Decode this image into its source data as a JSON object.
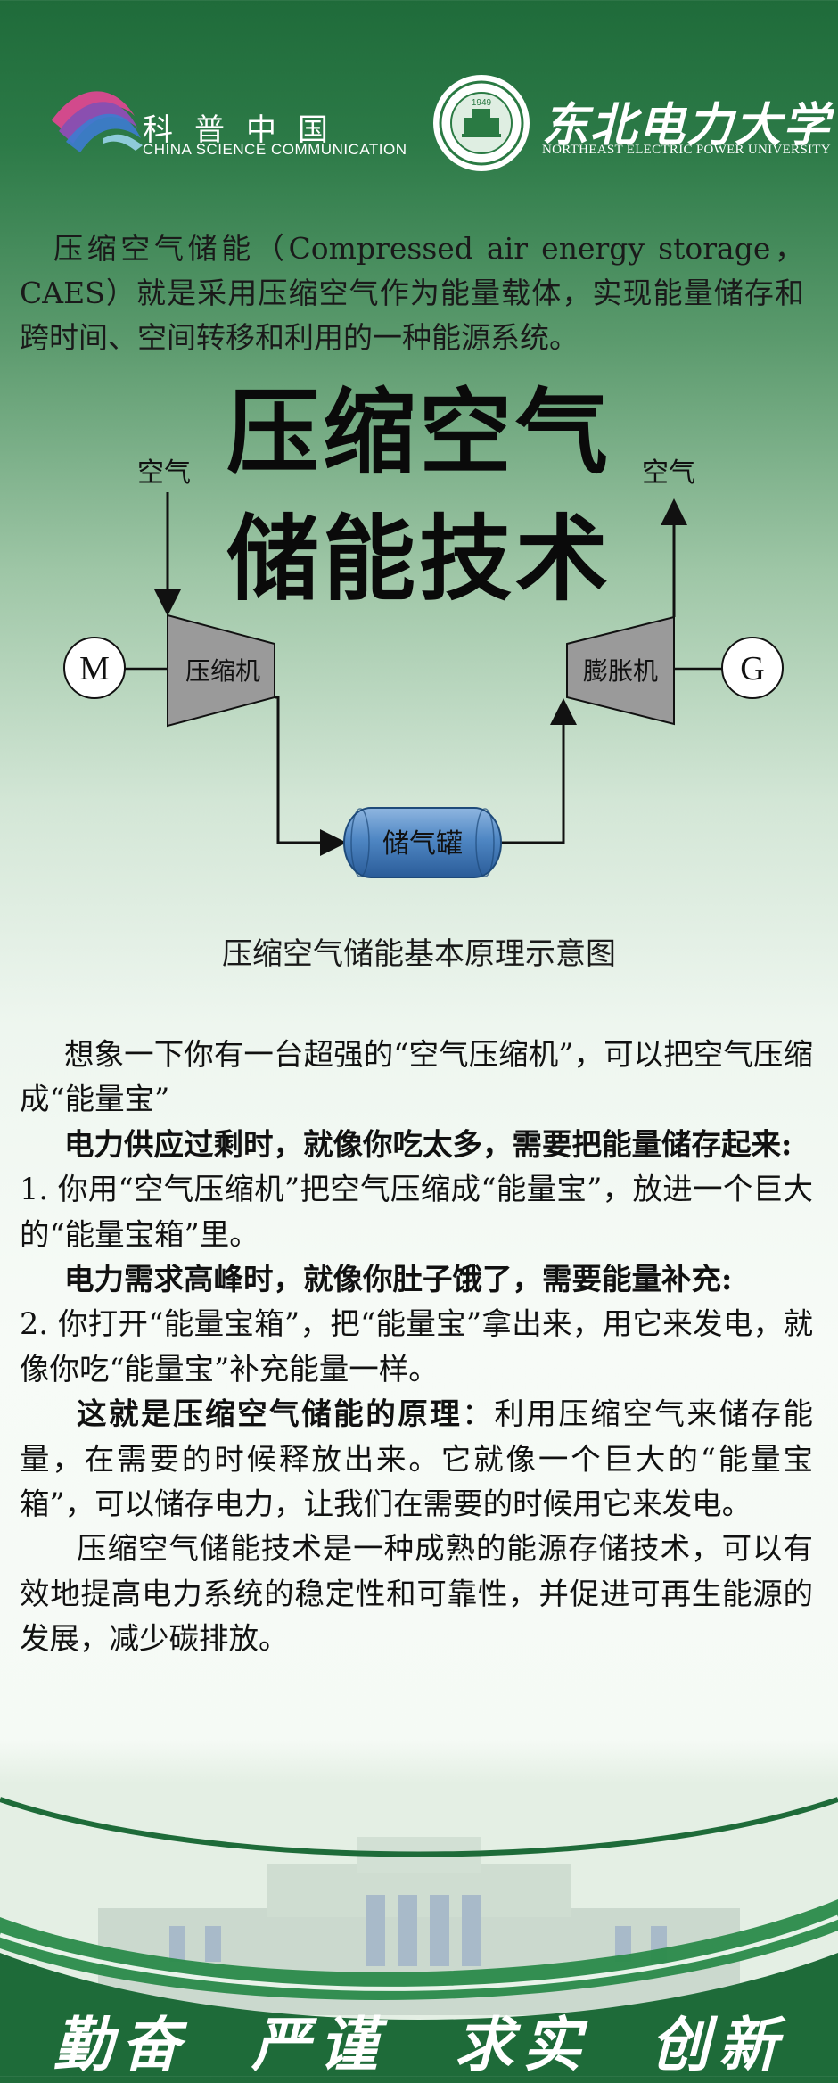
{
  "header": {
    "csc_name_cn": "科普中国",
    "csc_name_en": "CHINA SCIENCE COMMUNICATION",
    "nepu_seal_year": "1949",
    "nepu_name_cn": "东北电力大学",
    "nepu_name_en": "NORTHEAST ELECTRIC POWER UNIVERSITY"
  },
  "intro": "压缩空气储能（Compressed air energy storage，CAES）就是采用压缩空气作为能量载体，实现能量储存和跨时间、空间转移和利用的一种能源系统。",
  "title": {
    "line1": "压缩空气",
    "line2": "储能技术"
  },
  "diagram": {
    "air_in": "空气",
    "air_out": "空气",
    "motor": "M",
    "compressor": "压缩机",
    "expander": "膨胀机",
    "generator": "G",
    "tank": "储气罐",
    "colors": {
      "machine_fill": "#9a9a9a",
      "tank_fill": "#4f87c4",
      "circle_fill": "#ffffff"
    }
  },
  "caption": "压缩空气储能基本原理示意图",
  "body": {
    "p1": "想象一下你有一台超强的“空气压缩机”，可以把空气压缩成“能量宝”",
    "p2_bold": "电力供应过剩时，就像你吃太多，需要把能量储存起来:",
    "p3": "1. 你用“空气压缩机”把空气压缩成“能量宝”，放进一个巨大的“能量宝箱”里。",
    "p4_bold": "电力需求高峰时，就像你肚子饿了，需要能量补充:",
    "p5": "2. 你打开“能量宝箱”，把“能量宝”拿出来，用它来发电，就像你吃“能量宝”补充能量一样。",
    "p6_bold": "这就是压缩空气储能的原理",
    "p6_rest": "：利用压缩空气来储存能量，在需要的时候释放出来。它就像一个巨大的“能量宝箱”，可以储存电力，让我们在需要的时候用它来发电。",
    "p7": "压缩空气储能技术是一种成熟的能源存储技术，可以有效地提高电力系统的稳定性和可靠性，并促进可再生能源的发展，减少碳排放。"
  },
  "footer": {
    "motto": [
      "勤奋",
      "严谨",
      "求实",
      "创新"
    ],
    "colors": {
      "band": "#1e6b39",
      "arc_light": "#e9f3ea"
    }
  }
}
